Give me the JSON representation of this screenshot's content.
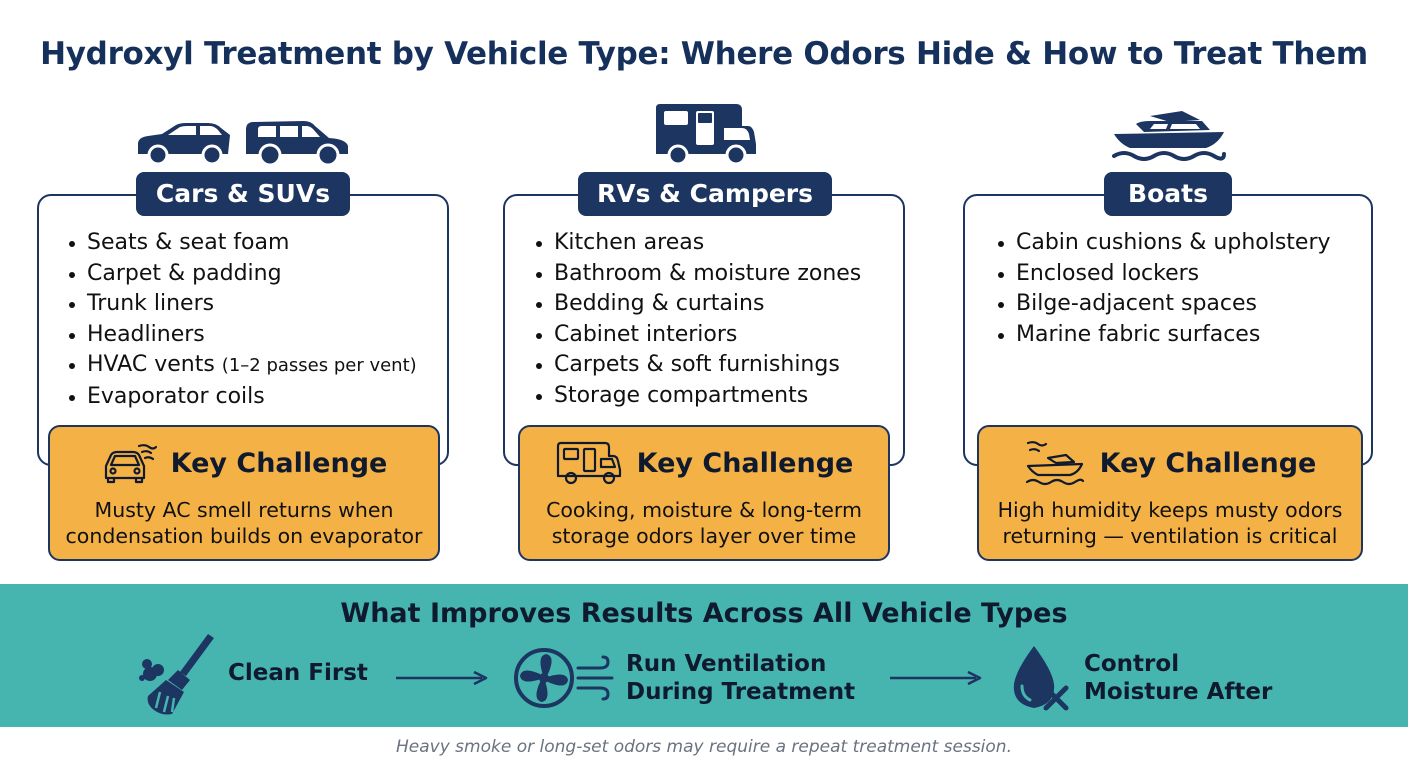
{
  "title": "Hydroxyl Treatment by Vehicle Type: Where Odors Hide & How to Treat Them",
  "columns": [
    {
      "name": "Cars & SUVs",
      "icon": "car-suv-icon",
      "items": [
        "Seats & seat foam",
        "Carpet & padding",
        "Trunk liners",
        "Headliners",
        "HVAC vents",
        "Evaporator coils"
      ],
      "hvac_note": "(1–2 passes per vent)",
      "challenge_title": "Key Challenge",
      "challenge_lines": [
        "Musty AC smell returns when",
        "condensation builds on evaporator"
      ]
    },
    {
      "name": "RVs & Campers",
      "icon": "rv-icon",
      "items": [
        "Kitchen areas",
        "Bathroom & moisture zones",
        "Bedding & curtains",
        "Cabinet interiors",
        "Carpets & soft furnishings",
        "Storage compartments"
      ],
      "challenge_title": "Key Challenge",
      "challenge_lines": [
        "Cooking, moisture & long-term",
        "storage odors layer over time"
      ]
    },
    {
      "name": "Boats",
      "icon": "boat-icon",
      "items": [
        "Cabin cushions & upholstery",
        "Enclosed lockers",
        "Bilge-adjacent spaces",
        "Marine fabric surfaces"
      ],
      "challenge_title": "Key Challenge",
      "challenge_lines": [
        "High humidity keeps musty odors",
        "returning — ventilation is critical"
      ]
    }
  ],
  "band": {
    "title": "What Improves Results Across All Vehicle Types",
    "steps": [
      {
        "label_line1": "Clean First",
        "label_line2": "",
        "icon": "broom-icon"
      },
      {
        "label_line1": "Run Ventilation",
        "label_line2": "During Treatment",
        "icon": "fan-icon"
      },
      {
        "label_line1": "Control",
        "label_line2": "Moisture After",
        "icon": "water-drop-icon"
      }
    ]
  },
  "footnote": "Heavy smoke or long-set odors may require a repeat treatment session.",
  "colors": {
    "navy": "#1d3561",
    "amber": "#f4b146",
    "teal": "#46b5b0"
  }
}
